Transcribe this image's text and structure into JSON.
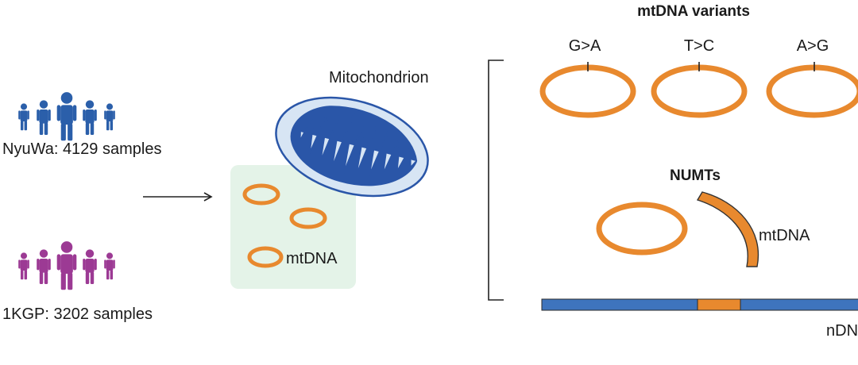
{
  "cohorts": [
    {
      "label": "NyuWa: 4129 samples",
      "color": "#2b5faa"
    },
    {
      "label": "1KGP: 3202 samples",
      "color": "#9c3a94"
    }
  ],
  "mitochondrion": {
    "label": "Mitochondrion",
    "membrane_color": "#2a56a8",
    "outer_fill": "#d7e5f4",
    "mtdna_label": "mtDNA",
    "panel_color": "#e4f3e8"
  },
  "variants": {
    "title": "mtDNA variants",
    "items": [
      "G>A",
      "T>C",
      "A>G"
    ]
  },
  "numts": {
    "title": "NUMTs",
    "fragment_label": "mtDNA",
    "ndna_label": "nDNA"
  },
  "colors": {
    "mtdna_ring": "#e8892e",
    "mtdna_ring_edge": "#333333",
    "ndna": "#3e74bd",
    "arrow": "#222222"
  }
}
